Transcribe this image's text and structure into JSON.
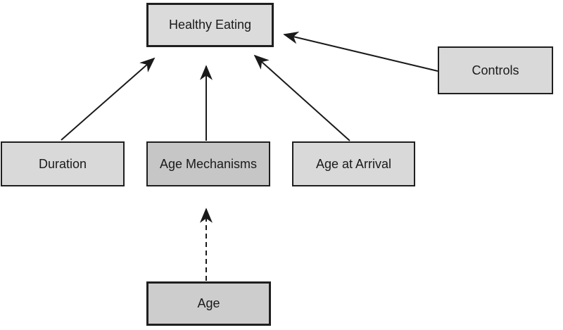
{
  "diagram": {
    "type": "path-diagram",
    "background_color": "#ffffff",
    "box_border_color": "#1f1f1f",
    "arrow_color": "#1a1a1a",
    "box_fill_light": "#d9d9d9",
    "box_fill_dark": "#c6c6c6",
    "nodes": {
      "healthy_eating": {
        "label": "Healthy Eating",
        "fill": "#dbdbdb"
      },
      "controls": {
        "label": "Controls",
        "fill": "#d9d9d9"
      },
      "duration": {
        "label": "Duration",
        "fill": "#d9d9d9"
      },
      "age_mechanisms": {
        "label": "Age Mechanisms",
        "fill": "#c6c6c6"
      },
      "age_at_arrival": {
        "label": "Age at Arrival",
        "fill": "#d9d9d9"
      },
      "age": {
        "label": "Age",
        "fill": "#cdcdcd"
      }
    },
    "edges": [
      {
        "from": "Duration",
        "to": "Healthy Eating",
        "style": "solid"
      },
      {
        "from": "Age Mechanisms",
        "to": "Healthy Eating",
        "style": "solid"
      },
      {
        "from": "Age at Arrival",
        "to": "Healthy Eating",
        "style": "solid"
      },
      {
        "from": "Controls",
        "to": "Healthy Eating",
        "style": "solid"
      },
      {
        "from": "Age",
        "to": "Age Mechanisms",
        "style": "dashed"
      }
    ]
  }
}
